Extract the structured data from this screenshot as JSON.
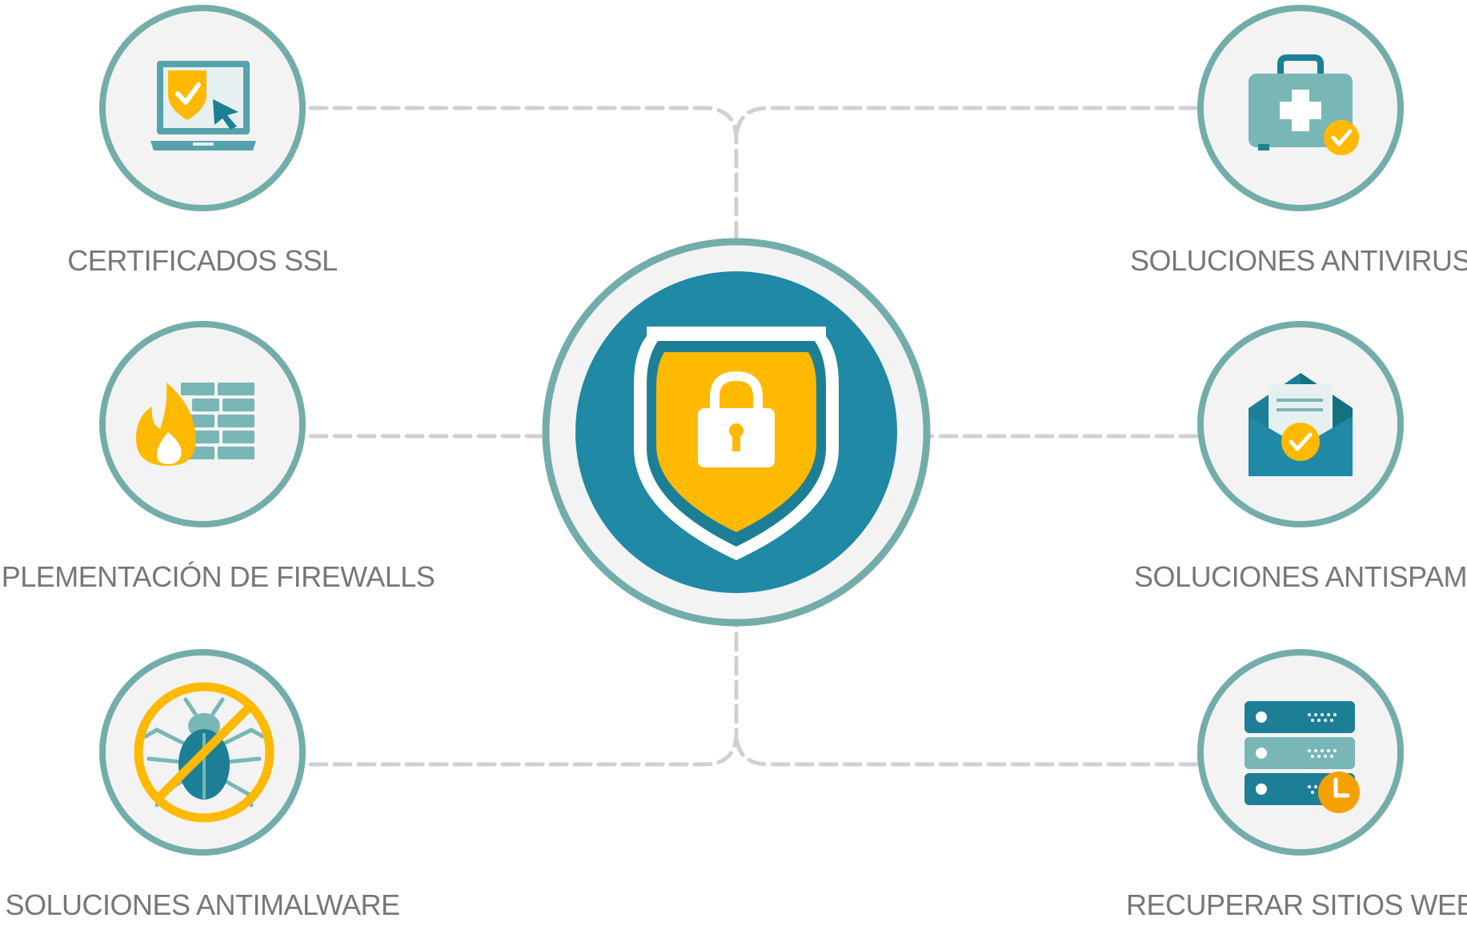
{
  "colors": {
    "ring": "#73adaa",
    "circle_fill": "#f3f3f3",
    "hub_blue": "#1f89a6",
    "shield_yellow": "#ffb900",
    "teal_light": "#78b7b6",
    "teal_dark": "#1c7f96",
    "connector": "#d0d0d0",
    "label_text": "#777777"
  },
  "hub": {
    "name": "security-shield",
    "icon": "shield-lock-icon"
  },
  "nodes": [
    {
      "id": "ssl",
      "icon": "laptop-shield-icon",
      "label": "CERTIFICADOS SSL"
    },
    {
      "id": "firewall",
      "icon": "firewall-flame-icon",
      "label": "IMPLEMENTACIÓN DE FIREWALLS"
    },
    {
      "id": "antimalware",
      "icon": "bug-forbidden-icon",
      "label": "SOLUCIONES ANTIMALWARE"
    },
    {
      "id": "antivirus",
      "icon": "medical-kit-check-icon",
      "label": "SOLUCIONES ANTIVIRUS"
    },
    {
      "id": "antispam",
      "icon": "envelope-check-icon",
      "label": "SOLUCIONES ANTISPAM"
    },
    {
      "id": "recovery",
      "icon": "server-clock-icon",
      "label": "RECUPERAR SITIOS WEB"
    }
  ]
}
